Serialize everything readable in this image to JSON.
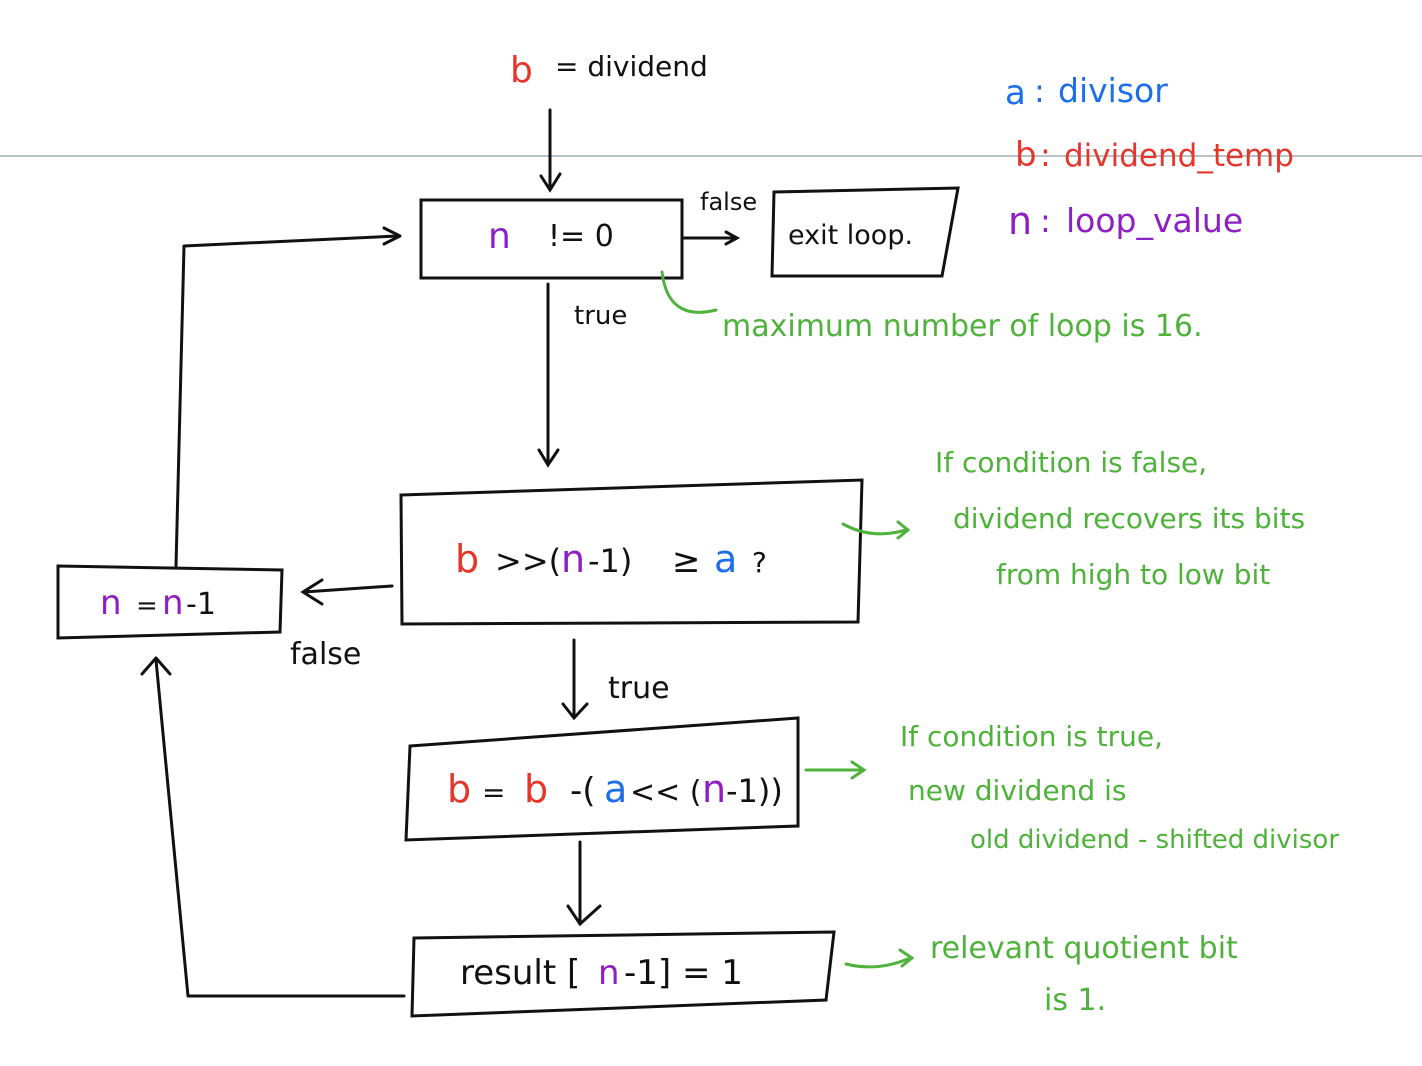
{
  "colors": {
    "ink": "#111111",
    "red": "#e5362b",
    "blue": "#1c6fe8",
    "purple": "#8e1fc4",
    "green": "#4eb23b",
    "rule": "#b8c2c8"
  },
  "start": {
    "var": "b",
    "rest": "= dividend"
  },
  "legend": {
    "a": {
      "key": "a",
      "sep": ":",
      "text": "divisor"
    },
    "b": {
      "key": "b",
      "sep": ":",
      "text": "dividend_temp"
    },
    "n": {
      "key": "n",
      "sep": ":",
      "text": "loop_value"
    }
  },
  "loop_check": {
    "n": "n",
    "op": "!= 0"
  },
  "exit": {
    "label": "exit loop."
  },
  "edges": {
    "false_top": "false",
    "true_top": "true",
    "false_left": "false",
    "true_mid": "true"
  },
  "compare": {
    "b": "b",
    "shift": ">>(",
    "n": "n",
    "minus1": "-1)",
    "geq": "≥",
    "a": "a",
    "q": "?"
  },
  "decrement": {
    "n1": "n",
    "eq": "=",
    "n2": "n",
    "minus1": "-1"
  },
  "update": {
    "b1": "b",
    "eq": "=",
    "b2": "b",
    "op": "-(",
    "a": "a",
    "shl": "<< (",
    "n": "n",
    "tail": "-1))"
  },
  "result": {
    "pre": "result [",
    "n": "n",
    "post": "-1] = 1"
  },
  "notes": {
    "loop_max": "maximum number of loop is 16.",
    "false_cond": [
      "If condition is false,",
      "dividend recovers its bits",
      "from high to low bit"
    ],
    "true_cond": [
      "If condition is true,",
      "new dividend is",
      "old dividend - shifted divisor"
    ],
    "quotient": [
      "relevant quotient bit",
      "is 1."
    ]
  }
}
